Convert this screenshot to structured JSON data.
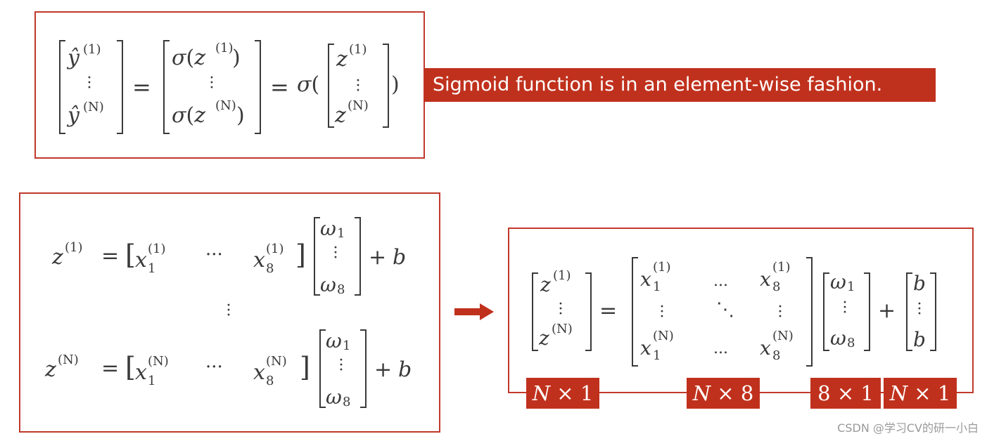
{
  "callout": {
    "text": "Sigmoid function is in an element-wise fashion."
  },
  "dimension_labels": {
    "z_vector": {
      "left": "N",
      "op": "×",
      "right": "1"
    },
    "x_matrix": {
      "left": "N",
      "op": "×",
      "right": "8"
    },
    "w_vector": {
      "left": "8",
      "op": "×",
      "right": "1"
    },
    "b_vector": {
      "left": "N",
      "op": "×",
      "right": "1"
    }
  },
  "watermark": "CSDN @学习CV的研一小白",
  "colors": {
    "accent": "#c0311d",
    "text": "#3a3a3a"
  }
}
